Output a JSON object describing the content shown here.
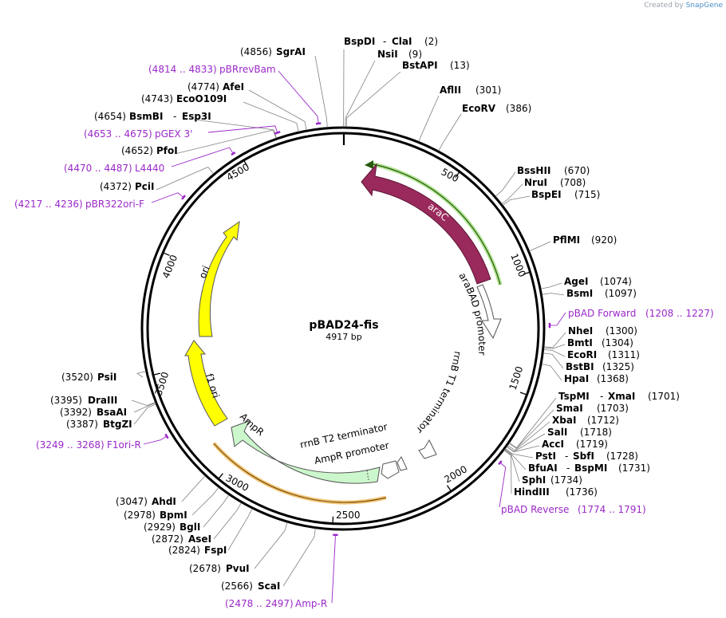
{
  "credit": {
    "prefix": "Created by",
    "brand": "SnapGene"
  },
  "plasmid": {
    "name": "pBAD24-fis",
    "length_bp": 4917,
    "size_label": "4917 bp"
  },
  "ticks": [
    500,
    1000,
    1500,
    2000,
    2500,
    3000,
    3500,
    4000,
    4500
  ],
  "sites": [
    {
      "text": "(4856)",
      "name": "SgrAI",
      "pos": 4856
    },
    {
      "name": "BspDI",
      "sep": "-",
      "name2": "ClaI",
      "text": "(2)",
      "pos": 2
    },
    {
      "name": "NsiI",
      "text": "(9)",
      "pos": 9
    },
    {
      "name": "BstAPI",
      "text": "(13)",
      "pos": 13
    },
    {
      "name": "AflII",
      "text": "(301)",
      "pos": 301
    },
    {
      "name": "EcoRV",
      "text": "(386)",
      "pos": 386
    },
    {
      "text": "(4774)",
      "name": "AfeI",
      "pos": 4774
    },
    {
      "text": "(4743)",
      "name": "EcoO109I",
      "pos": 4743
    },
    {
      "text": "(4654)",
      "name": "BsmBI",
      "sep": "-",
      "name2": "Esp3I",
      "pos": 4654
    },
    {
      "text": "(4652)",
      "name": "PfoI",
      "pos": 4652
    },
    {
      "text": "(4372)",
      "name": "PciI",
      "pos": 4372
    },
    {
      "name": "BssHII",
      "text": "(670)",
      "pos": 670
    },
    {
      "name": "NruI",
      "text": "(708)",
      "pos": 708
    },
    {
      "name": "BspEI",
      "text": "(715)",
      "pos": 715
    },
    {
      "name": "PflMI",
      "text": "(920)",
      "pos": 920
    },
    {
      "name": "AgeI",
      "text": "(1074)",
      "pos": 1074
    },
    {
      "name": "BsmI",
      "text": "(1097)",
      "pos": 1097
    },
    {
      "name": "NheI",
      "text": "(1300)",
      "pos": 1300
    },
    {
      "name": "BmtI",
      "text": "(1304)",
      "pos": 1304
    },
    {
      "name": "EcoRI",
      "text": "(1311)",
      "pos": 1311
    },
    {
      "name": "BstBI",
      "text": "(1325)",
      "pos": 1325
    },
    {
      "name": "HpaI",
      "text": "(1368)",
      "pos": 1368
    },
    {
      "name": "TspMI",
      "sep": "-",
      "name2": "XmaI",
      "text": "(1701)",
      "pos": 1701
    },
    {
      "name": "SmaI",
      "text": "(1703)",
      "pos": 1703
    },
    {
      "name": "XbaI",
      "text": "(1712)",
      "pos": 1712
    },
    {
      "name": "SalI",
      "text": "(1718)",
      "pos": 1718
    },
    {
      "name": "AccI",
      "text": "(1719)",
      "pos": 1719
    },
    {
      "name": "PstI",
      "sep": "-",
      "name2": "SbfI",
      "text": "(1728)",
      "pos": 1728
    },
    {
      "name": "BfuAI",
      "sep": "-",
      "name2": "BspMI",
      "text": "(1731)",
      "pos": 1731
    },
    {
      "name": "SphI",
      "text": "(1734)",
      "pos": 1734
    },
    {
      "name": "HindIII",
      "text": "(1736)",
      "pos": 1736
    },
    {
      "text": "(3520)",
      "name": "PsiI",
      "pos": 3520
    },
    {
      "text": "(3395)",
      "name": "DraIII",
      "pos": 3395
    },
    {
      "text": "(3392)",
      "name": "BsaAI",
      "pos": 3392
    },
    {
      "text": "(3387)",
      "name": "BtgZI",
      "pos": 3387
    },
    {
      "text": "(3047)",
      "name": "AhdI",
      "pos": 3047
    },
    {
      "text": "(2978)",
      "name": "BpmI",
      "pos": 2978
    },
    {
      "text": "(2929)",
      "name": "BglI",
      "pos": 2929
    },
    {
      "text": "(2872)",
      "name": "AseI",
      "pos": 2872
    },
    {
      "text": "(2824)",
      "name": "FspI",
      "pos": 2824
    },
    {
      "text": "(2678)",
      "name": "PvuI",
      "pos": 2678
    },
    {
      "text": "(2566)",
      "name": "ScaI",
      "pos": 2566
    }
  ],
  "primers": [
    {
      "name": "pBRrevBam",
      "range": "(4814 .. 4833)",
      "start": 4814,
      "end": 4833
    },
    {
      "name": "pGEX 3'",
      "range": "(4653 .. 4675)",
      "start": 4653,
      "end": 4675
    },
    {
      "name": "L4440",
      "range": "(4470 .. 4487)",
      "start": 4470,
      "end": 4487
    },
    {
      "name": "pBR322ori-F",
      "range": "(4217 .. 4236)",
      "start": 4217,
      "end": 4236
    },
    {
      "name": "pBAD Forward",
      "range": "(1208 .. 1227)",
      "start": 1208,
      "end": 1227
    },
    {
      "name": "pBAD Reverse",
      "range": "(1774 .. 1791)",
      "start": 1774,
      "end": 1791
    },
    {
      "name": "F1ori-R",
      "range": "(3249 .. 3268)",
      "start": 3249,
      "end": 3268
    },
    {
      "name": "Amp-R",
      "range": "(2478 .. 2497)",
      "start": 2478,
      "end": 2497
    }
  ],
  "features": [
    {
      "name": "araC",
      "color": "#9b2a5c"
    },
    {
      "name": "araBAD promoter",
      "color": "#ffffff"
    },
    {
      "name": "rrnB T1 terminator",
      "color": "#ffffff"
    },
    {
      "name": "rrnB T2 terminator",
      "color": "#ffffff"
    },
    {
      "name": "AmpR promoter",
      "color": "#ffffff"
    },
    {
      "name": "AmpR",
      "color": "#ccf7cc"
    },
    {
      "name": "f1 ori",
      "color": "#ffff00"
    },
    {
      "name": "ori",
      "color": "#ffff00"
    }
  ]
}
